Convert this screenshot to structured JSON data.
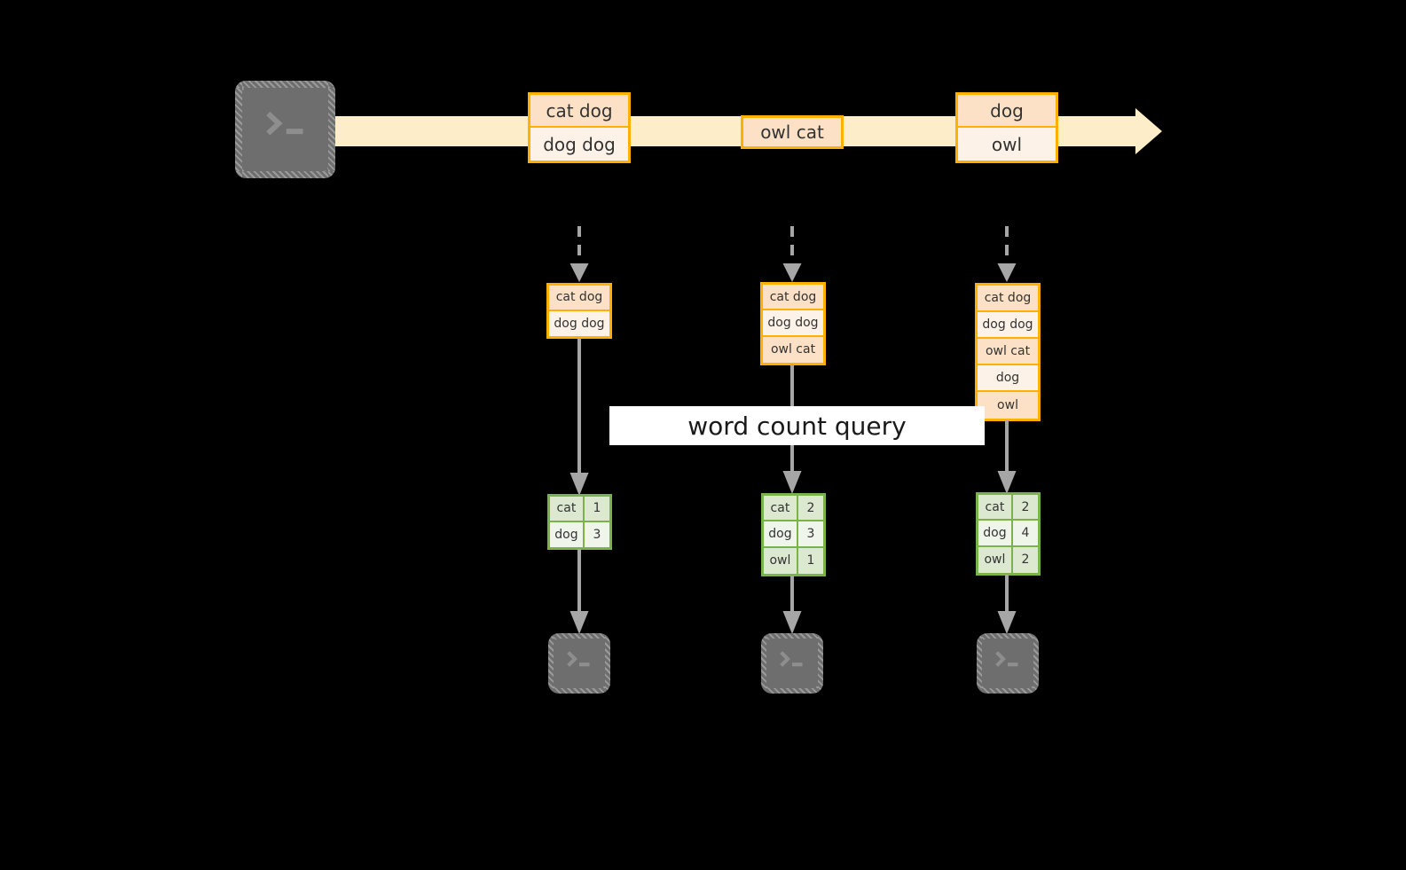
{
  "diagram": {
    "title_banner": {
      "label": "word count query"
    },
    "colors": {
      "background": "#000000",
      "stream_band": "#fdeec9",
      "message_border": "#ffb000",
      "message_fill_dark": "#fce1c6",
      "message_fill_light": "#fdf2e7",
      "table_border": "#79b349",
      "table_fill_dark": "#dce8cf",
      "table_fill_light": "#f0f5ec",
      "connector": "#a6a6a6",
      "terminal_body": "#6e6e6e",
      "banner_bg": "#ffffff",
      "text": "#333333"
    },
    "producer": {
      "icon": "terminal-prompt-icon"
    },
    "stream": {
      "messages": [
        {
          "id": "m1",
          "lines": [
            "cat dog",
            "dog dog"
          ]
        },
        {
          "id": "m2",
          "lines": [
            "owl cat"
          ]
        },
        {
          "id": "m3",
          "lines": [
            "dog",
            "owl"
          ]
        }
      ]
    },
    "snapshots": [
      {
        "id": "snap1",
        "log": [
          "cat dog",
          "dog dog"
        ],
        "result": {
          "rows": [
            {
              "word": "cat",
              "count": "1"
            },
            {
              "word": "dog",
              "count": "3"
            }
          ]
        },
        "consumer_icon": "terminal-prompt-icon"
      },
      {
        "id": "snap2",
        "log": [
          "cat dog",
          "dog dog",
          "owl cat"
        ],
        "result": {
          "rows": [
            {
              "word": "cat",
              "count": "2"
            },
            {
              "word": "dog",
              "count": "3"
            },
            {
              "word": "owl",
              "count": "1"
            }
          ]
        },
        "consumer_icon": "terminal-prompt-icon"
      },
      {
        "id": "snap3",
        "log": [
          "cat dog",
          "dog dog",
          "owl cat",
          "dog",
          "owl"
        ],
        "result": {
          "rows": [
            {
              "word": "cat",
              "count": "2"
            },
            {
              "word": "dog",
              "count": "4"
            },
            {
              "word": "owl",
              "count": "2"
            }
          ]
        },
        "consumer_icon": "terminal-prompt-icon"
      }
    ]
  }
}
